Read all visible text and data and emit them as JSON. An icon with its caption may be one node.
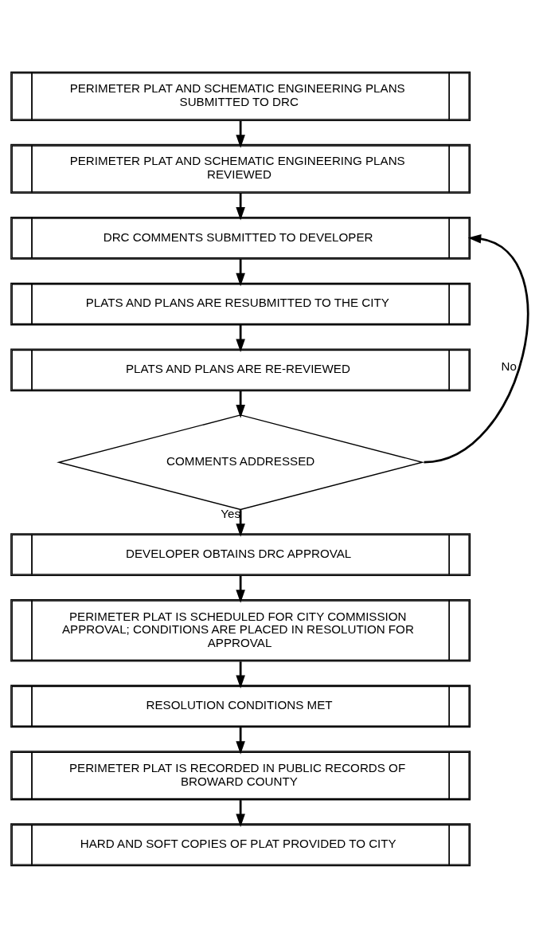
{
  "diagram": {
    "nodes": [
      {
        "text": [
          "PERIMETER PLAT AND SCHEMATIC ENGINEERING PLANS SUBMITTED TO DRC"
        ]
      },
      {
        "text": [
          "PERIMETER PLAT AND SCHEMATIC ENGINEERING PLANS REVIEWED"
        ]
      },
      {
        "text": [
          "DRC COMMENTS SUBMITTED TO DEVELOPER"
        ]
      },
      {
        "text": [
          "PLATS AND PLANS ARE RESUBMITTED TO THE CITY"
        ]
      },
      {
        "text": [
          "PLATS AND PLANS ARE RE-REVIEWED"
        ]
      },
      {
        "text": [
          "COMMENTS ADDRESSED"
        ]
      },
      {
        "text": [
          "DEVELOPER OBTAINS DRC APPROVAL"
        ]
      },
      {
        "text": [
          "PERIMETER PLAT IS SCHEDULED FOR CITY COMMISSION APPROVAL; CONDITIONS ARE PLACED IN RESOLUTION FOR APPROVAL"
        ]
      },
      {
        "text": [
          "RESOLUTION CONDITIONS MET"
        ]
      },
      {
        "text": [
          "PERIMETER PLAT IS RECORDED IN PUBLIC RECORDS OF BROWARD COUNTY"
        ]
      },
      {
        "text": [
          "HARD AND SOFT COPIES OF PLAT PROVIDED TO CITY"
        ]
      }
    ],
    "edges": [
      {
        "from": 0,
        "to": 1,
        "arrow": "to"
      },
      {
        "from": 1,
        "to": 2,
        "arrow": "to"
      },
      {
        "from": 2,
        "to": 3,
        "arrow": "to"
      },
      {
        "from": 3,
        "to": 4,
        "arrow": "to"
      },
      {
        "from": 4,
        "to": 5,
        "arrow": "to"
      },
      {
        "from": 5,
        "to": 2,
        "arrow": "to",
        "label": "No"
      },
      {
        "from": 5,
        "to": 6,
        "arrow": "to",
        "label": "Yes"
      },
      {
        "from": 6,
        "to": 7,
        "arrow": "to"
      },
      {
        "from": 7,
        "to": 8,
        "arrow": "to"
      },
      {
        "from": 8,
        "to": 9,
        "arrow": "to"
      },
      {
        "from": 9,
        "to": 10,
        "arrow": "to"
      }
    ]
  }
}
